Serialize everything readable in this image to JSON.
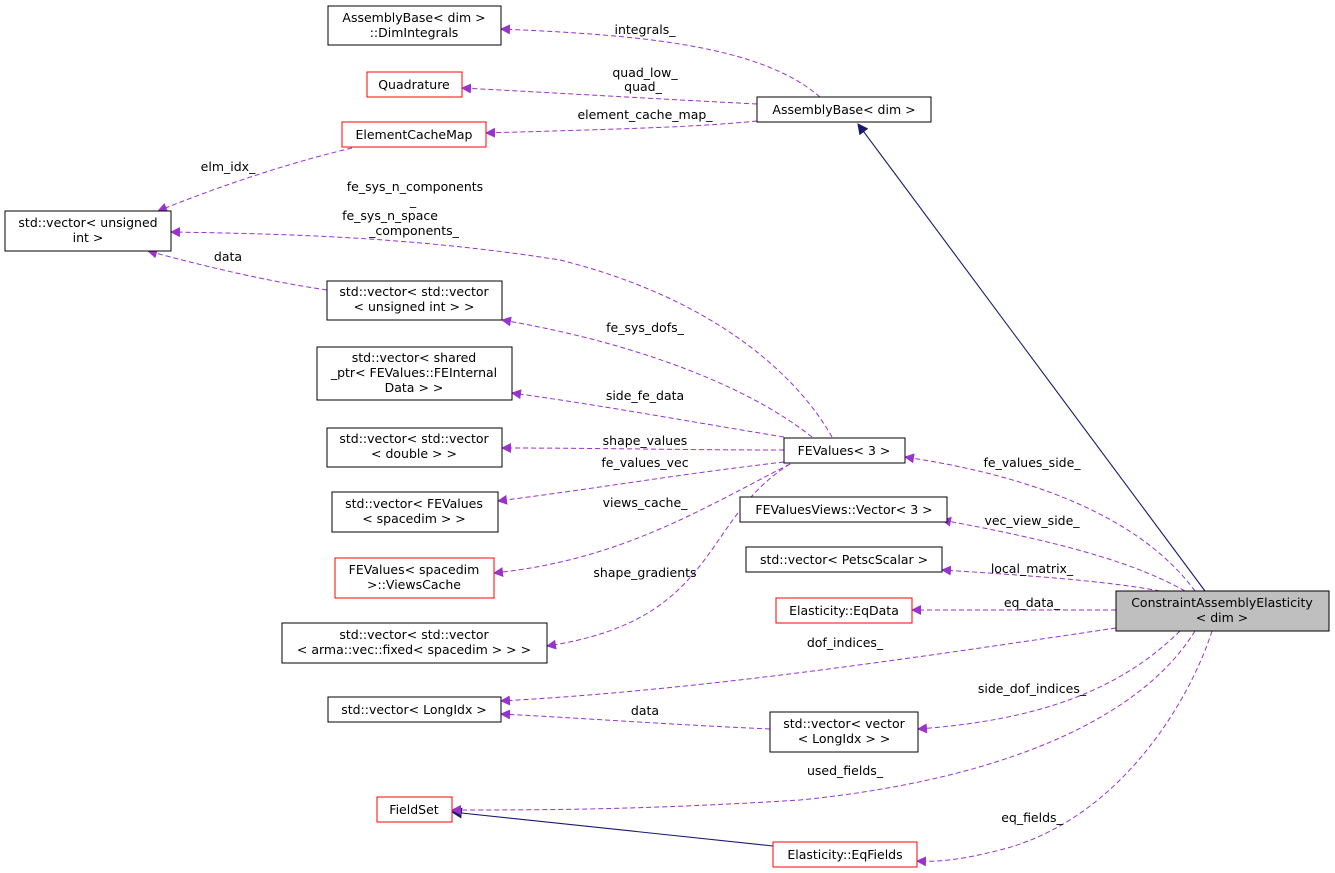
{
  "colors": {
    "usage_edge": "#9a32cd",
    "inheritance_edge": "#191970",
    "focus_fill": "#bfbfbf",
    "missing_doc_border": "#ff0000"
  },
  "nodes": {
    "dim_integrals": [
      "AssemblyBase< dim >",
      "::DimIntegrals"
    ],
    "quadrature": [
      "Quadrature"
    ],
    "element_cache_map": [
      "ElementCacheMap"
    ],
    "assembly_base": [
      "AssemblyBase< dim >"
    ],
    "vector_uint": [
      "std::vector< unsigned",
      "int >"
    ],
    "vector_vector_uint": [
      "std::vector< std::vector",
      "< unsigned int > >"
    ],
    "vector_shared_ptr": [
      "std::vector< shared",
      "_ptr< FEValues::FEInternal",
      "Data > >"
    ],
    "vector_vector_double": [
      "std::vector< std::vector",
      "< double > >"
    ],
    "vector_fevalues": [
      "std::vector< FEValues",
      "< spacedim > >"
    ],
    "fevalues_views_cache": [
      "FEValues< spacedim",
      ">::ViewsCache"
    ],
    "vector_vector_arma": [
      "std::vector< std::vector",
      "< arma::vec::fixed< spacedim > > >"
    ],
    "fevalues_3": [
      "FEValues< 3 >"
    ],
    "fevaluesviews_vector": [
      "FEValuesViews::Vector< 3 >"
    ],
    "vector_petsc": [
      "std::vector< PetscScalar >"
    ],
    "eqdata": [
      "Elasticity::EqData"
    ],
    "constraint_assembly": [
      "ConstraintAssemblyElasticity",
      "< dim >"
    ],
    "vector_longidx": [
      "std::vector< LongIdx >"
    ],
    "vector_vector_longidx": [
      "std::vector< vector",
      "< LongIdx > >"
    ],
    "fieldset": [
      "FieldSet"
    ],
    "eqfields": [
      "Elasticity::EqFields"
    ]
  },
  "edge_labels": {
    "integrals": "integrals_",
    "quad_low": "quad_low_",
    "quad": "quad_",
    "element_cache_map": "element_cache_map_",
    "elm_idx": "elm_idx_",
    "fe_sys_n_components": "fe_sys_n_components",
    "fe_sys_n_components_tail": "_",
    "fe_sys_n_space": "fe_sys_n_space",
    "fe_sys_n_space_tail": "_components_",
    "data_uint": "data",
    "fe_sys_dofs": "fe_sys_dofs_",
    "side_fe_data": "side_fe_data",
    "shape_values": "shape_values",
    "fe_values_vec": "fe_values_vec",
    "views_cache": "views_cache_",
    "shape_gradients": "shape_gradients",
    "fe_values_side": "fe_values_side_",
    "vec_view_side": "vec_view_side_",
    "local_matrix": "local_matrix_",
    "eq_data": "eq_data_",
    "dof_indices": "dof_indices_",
    "side_dof_indices": "side_dof_indices_",
    "data_longidx": "data",
    "used_fields": "used_fields_",
    "eq_fields": "eq_fields_"
  }
}
